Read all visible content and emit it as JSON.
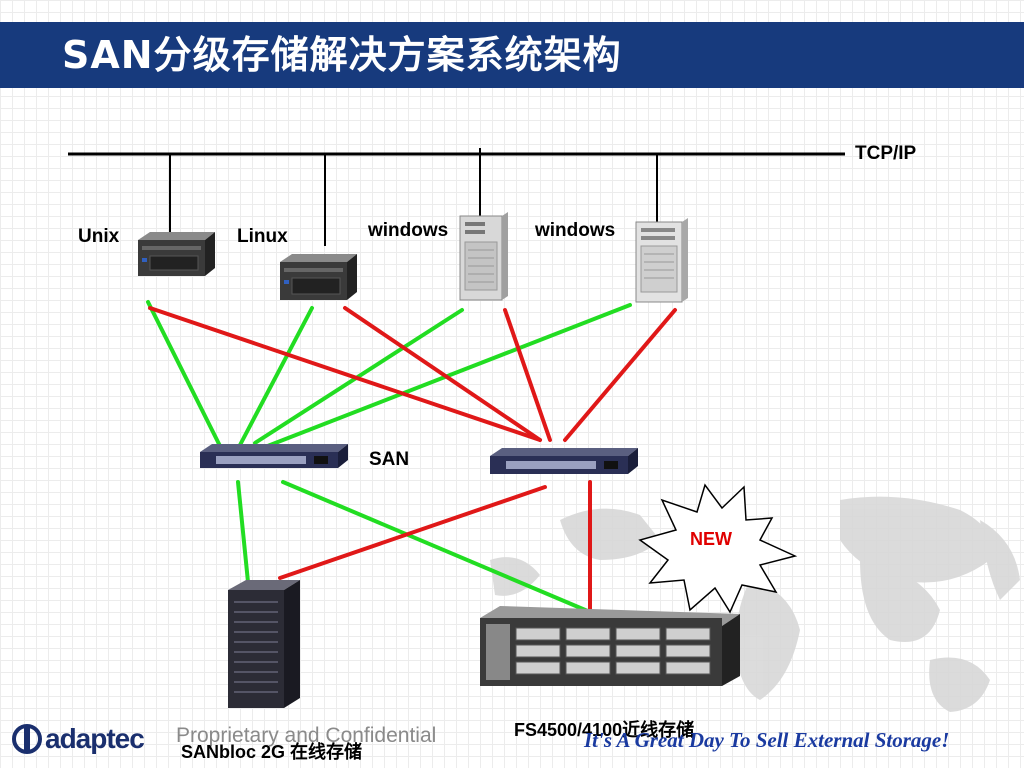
{
  "title": "SAN分级存储解决方案系统架构",
  "network_label": "TCP/IP",
  "san_label": "SAN",
  "hosts": {
    "unix": "Unix",
    "linux": "Linux",
    "windows1": "windows",
    "windows2": "windows"
  },
  "storage": {
    "sanbloc": "SANbloc 2G 在线存储",
    "fs4500": "FS4500/4100近线存储"
  },
  "badge": "NEW",
  "footer": {
    "logo": "adaptec",
    "confidential": "Proprietary and Confidential",
    "slogan": "It's A Great Day To Sell External Storage!"
  },
  "colors": {
    "title_bar": "#173a7d",
    "green_link": "#22dd22",
    "red_link": "#e01818",
    "badge_text": "#e00000",
    "slogan": "#1a3aa0"
  }
}
